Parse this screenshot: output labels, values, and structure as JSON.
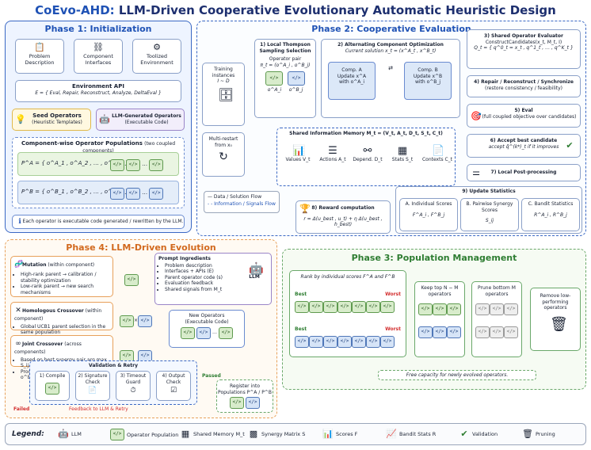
{
  "title": {
    "accent": "CoEvo-AHD:",
    "rest": " LLM-Driven Cooperative Evolutionary Automatic Heuristic Design"
  },
  "phase1": {
    "title": "Phase 1: Initialization",
    "inputs": [
      "Problem Description",
      "Component Interfaces",
      "Toolized Environment"
    ],
    "env_api_title": "Environment API",
    "env_api_formula": "E = { Eval, Repair, Reconstruct, Analyze, DeltaEval }",
    "seed_title": "Seed Operators",
    "seed_sub": "(Heuristic Templates)",
    "llm_title": "LLM-Generated Operators",
    "llm_sub": "(Executable Code)",
    "pop_title": "Component-wise Operator Populations",
    "pop_sub": "(two coupled components)",
    "pop_a": "P^A = { o^A_1 , o^A_2 , … , o^A_N }",
    "pop_b": "P^B = { o^B_1 , o^B_2 , … , o^B_N }",
    "chip_code": "</>",
    "dots": "…",
    "note": "Each operator is executable code generated / rewritten by the LLM."
  },
  "phase2": {
    "title": "Phase 2: Cooperative Evaluation",
    "training": "Training instances",
    "training_sub": "I ~ D",
    "multirestart": "Multi-restart from x₀",
    "thompson_title": "1) Local Thompson Sampling Selection",
    "operator_pair": "Operator pair",
    "pair_formula": "π_t = (o^A_i , o^B_j)",
    "oa": "o^A_i",
    "ob": "o^B_j",
    "alt_title": "2) Alternating Component Optimization",
    "current_solution": "Current solution x_t = (x^A_t , x^B_t)",
    "comp_a": "Comp. A\nUpdate x^A\nwith o^A_i",
    "comp_b": "Comp. B\nUpdate x^B\nwith o^B_j",
    "memory_title": "Shared Information Memory M_t = (V_t, A_t, D_t, S_t, C_t)",
    "memory_items": [
      "Values V_t",
      "Actions A_t",
      "Depend. D_t",
      "Stats S_t",
      "Contexts C_t"
    ],
    "step3_title": "3) Shared Operator Evaluator",
    "step3_fn": "ConstructCandidates(x_t, M_t, I)",
    "step3_formula": "Q_t = { q^0_t = x_t , q^1_t , … , q^K_t }",
    "step4_title": "4) Repair / Reconstruct / Synchronize",
    "step4_sub": "(restore consistency / feasibility)",
    "step5_title": "5) Eval",
    "step5_sub": "(full coupled objective over candidates)",
    "step6_title": "6) Accept best candidate",
    "step6_sub": "accept q̃^(k*)_t if it improves",
    "step7_title": "7) Local Post-processing",
    "flow_legend": [
      "Data / Solution Flow",
      "Information / Signals Flow"
    ],
    "reward_title": "8) Reward computation",
    "reward_formula": "r = Δ(u_best , u_t) + η Δ(u_best , h_best)",
    "step9_title": "9) Update Statistics",
    "stats": [
      {
        "title": "A. Individual Scores",
        "sym": "F^A_i , F^B_j"
      },
      {
        "title": "B. Pairwise Synergy Scores",
        "sym": "S_ij"
      },
      {
        "title": "C. Bandit Statistics",
        "sym": "R^A_i , R^B_j"
      }
    ]
  },
  "phase4": {
    "title": "Phase 4: LLM-Driven Evolution",
    "mut_title": "Mutation",
    "mut_tag": "(within component)",
    "mut_bullets": [
      "High-rank parent → calibration / stability optimization",
      "Low-rank parent → new search mechanisms"
    ],
    "homo_title": "Homologous Crossover",
    "homo_tag": "(within component)",
    "homo_bullets": [
      "Global UCB1 parent selection in the same population"
    ],
    "joint_title": "Joint Crossover",
    "joint_tag": "(across components)",
    "joint_bullets": [
      "Based on best synergy pair arg max S_ij",
      "Produces coordinated pair (o^A , o^B)"
    ],
    "prompt_title": "Prompt Ingredients",
    "prompt_items": [
      "Problem description",
      "Interfaces + APIs (E)",
      "Parent operator code (s)",
      "Evaluation feedback",
      "Shared signals from M_t"
    ],
    "llm": "LLM",
    "newops_title": "New Operators",
    "newops_sub": "(Executable Code)",
    "times": "×",
    "val_title": "Validation & Retry",
    "val_steps": [
      "1) Compile",
      "2) Signature Check",
      "3) Timeout Guard",
      "4) Output Check"
    ],
    "passed": "Passed",
    "failed": "Failed",
    "feedback": "Feedback to LLM & Retry",
    "register": "Register into Populations P^A / P^B"
  },
  "phase3": {
    "title": "Phase 3: Population Management",
    "rank_text": "Rank by individual scores F^A and F^B",
    "best": "Best",
    "worst": "Worst",
    "keep_title": "Keep top N − M operators",
    "prune_title": "Prune bottom M operators",
    "remove_title": "Remove low-performing operators",
    "free": "Free capacity for newly evolved operators."
  },
  "legend": {
    "label": "Legend:",
    "items": [
      "LLM",
      "Operator Population",
      "Shared Memory M_t",
      "Synergy Matrix S",
      "Scores F",
      "Bandit Stats R",
      "Validation",
      "Pruning"
    ]
  },
  "colors": {
    "navy": "#1d2f6f",
    "blue_accent": "#1f52b5",
    "green_chip": "#d8eccb",
    "blue_chip": "#d6e4f7",
    "orange_frame": "#e7a05a",
    "green_frame": "#6aa86a"
  }
}
